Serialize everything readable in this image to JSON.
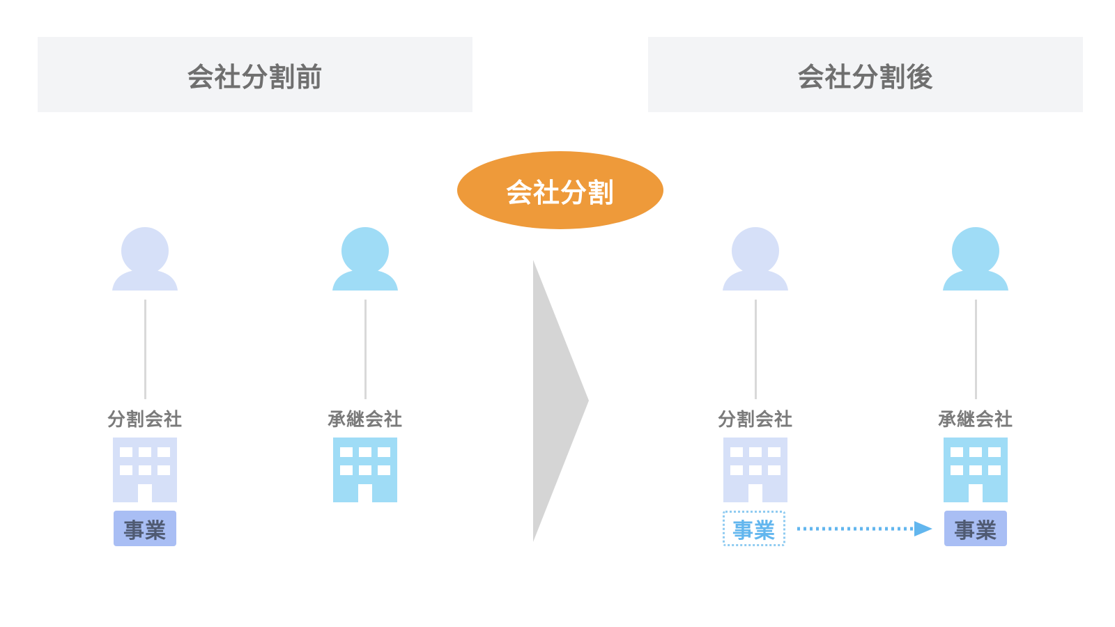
{
  "headers": {
    "before": "会社分割前",
    "after": "会社分割後"
  },
  "center_badge": "会社分割",
  "before": {
    "splitting_company": {
      "label": "分割会社",
      "business": "事業"
    },
    "successor_company": {
      "label": "承継会社"
    }
  },
  "after": {
    "splitting_company": {
      "label": "分割会社",
      "business": "事業"
    },
    "successor_company": {
      "label": "承継会社",
      "business": "事業"
    }
  },
  "colors": {
    "header_bg": "#f3f4f6",
    "header_text": "#6f6f6f",
    "badge": "#ee9a3a",
    "splitting_company": "#d6e0f8",
    "successor_company": "#9fdcf6",
    "business_box": "#a9bef4",
    "transfer_arrow": "#62b6ee",
    "chevron": "#d5d5d5"
  },
  "icons": {
    "person": "person-icon",
    "building": "building-icon",
    "chevron": "chevron-right-icon",
    "arrow": "dotted-arrow-icon"
  }
}
